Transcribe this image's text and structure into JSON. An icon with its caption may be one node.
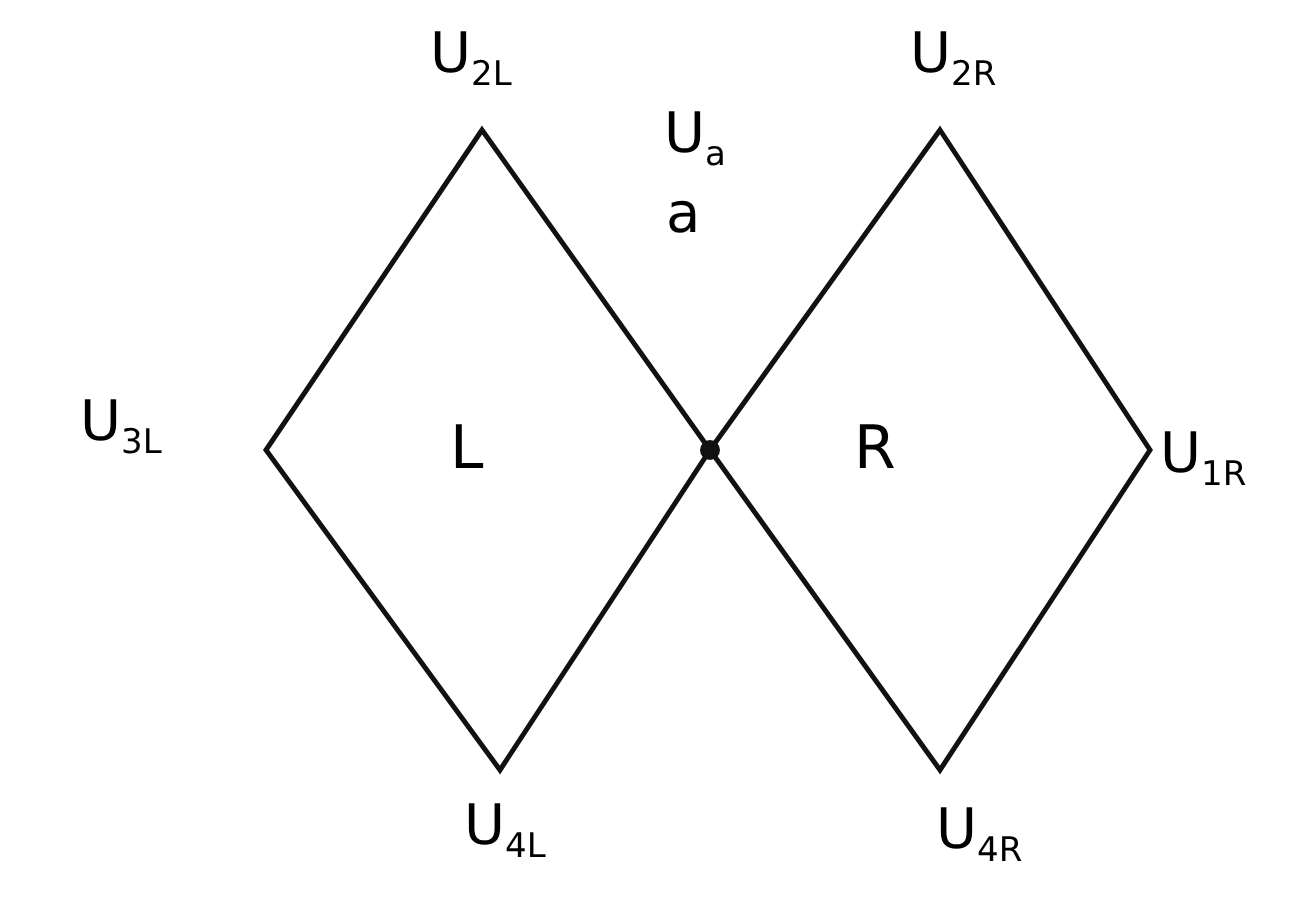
{
  "diagram": {
    "nodes": [
      {
        "text": [
          "L"
        ]
      },
      {
        "text": [
          "R"
        ]
      }
    ],
    "edges": [],
    "labels": [
      "U$_{2L}$",
      "U$_{2R}$",
      "U$_{a}$",
      "a",
      "U$_{3L}$",
      "U$_{1R}$",
      "U$_{4L}$",
      "U$_{4R}$"
    ]
  }
}
